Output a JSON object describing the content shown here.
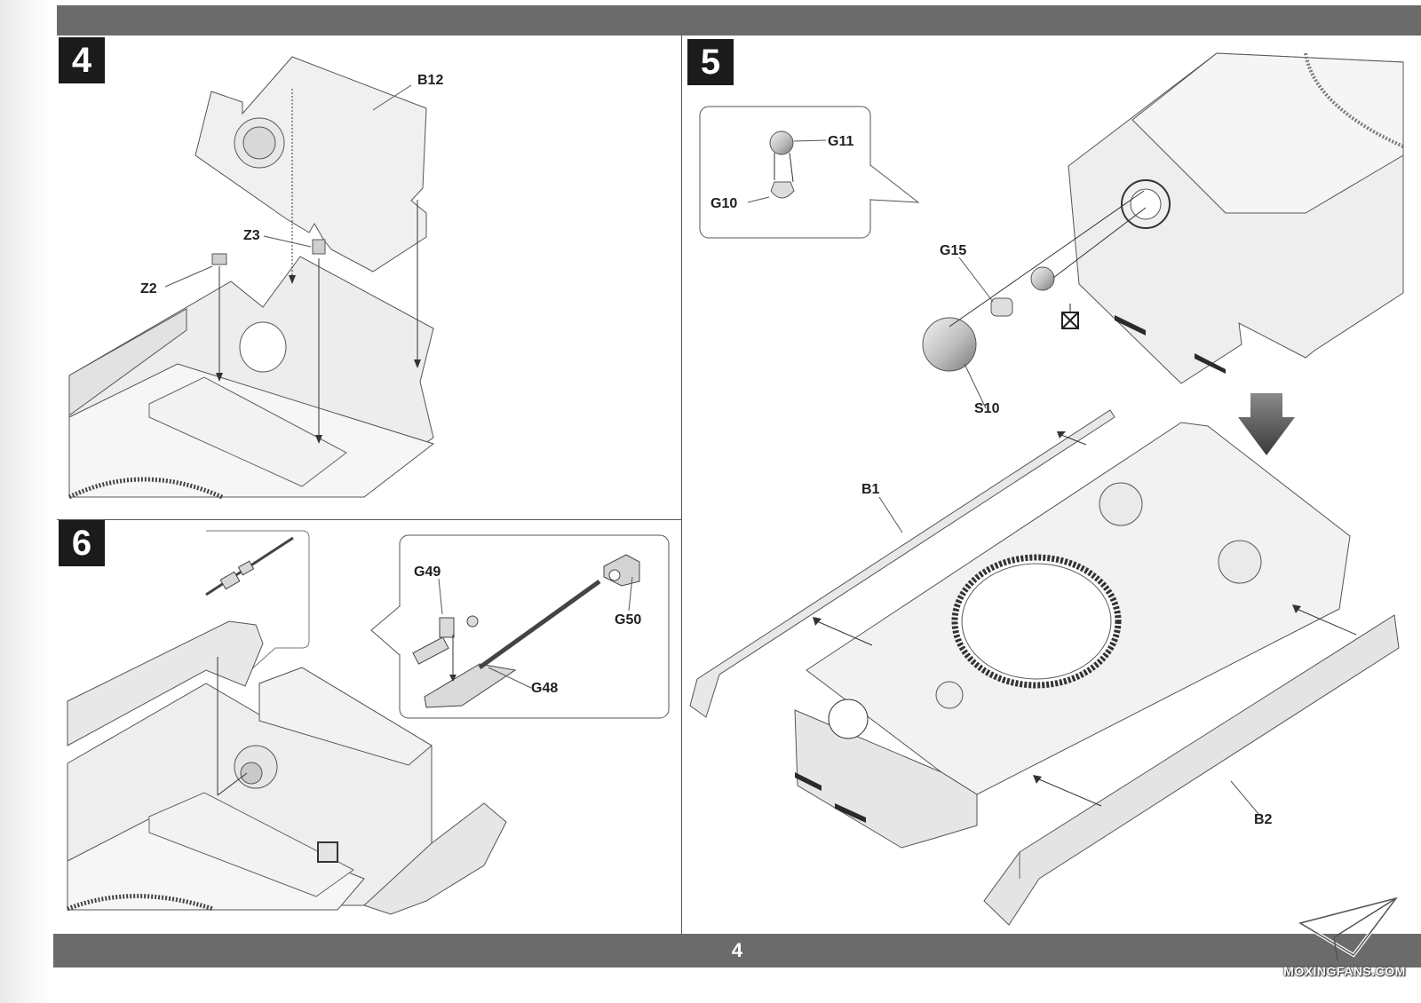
{
  "page": {
    "page_number": "4"
  },
  "steps": [
    {
      "number": "4"
    },
    {
      "number": "5"
    },
    {
      "number": "6"
    }
  ],
  "step4": {
    "labels": {
      "b12": "B12",
      "z3": "Z3",
      "z2": "Z2"
    }
  },
  "step5": {
    "labels": {
      "g11": "G11",
      "g10": "G10",
      "g15": "G15",
      "s10": "S10",
      "b1": "B1",
      "b2": "B2"
    }
  },
  "step6": {
    "labels": {
      "g49": "G49",
      "g50": "G50",
      "g48": "G48"
    }
  },
  "watermark": {
    "text": "MOXINGFANS.COM"
  },
  "icons": {
    "direction_arrow": "down-arrow-icon",
    "do_not_glue": "no-glue-icon"
  },
  "colors": {
    "bars": "#6b6b6b",
    "step_badge": "#1b1b1b",
    "arrow": "#444444"
  }
}
